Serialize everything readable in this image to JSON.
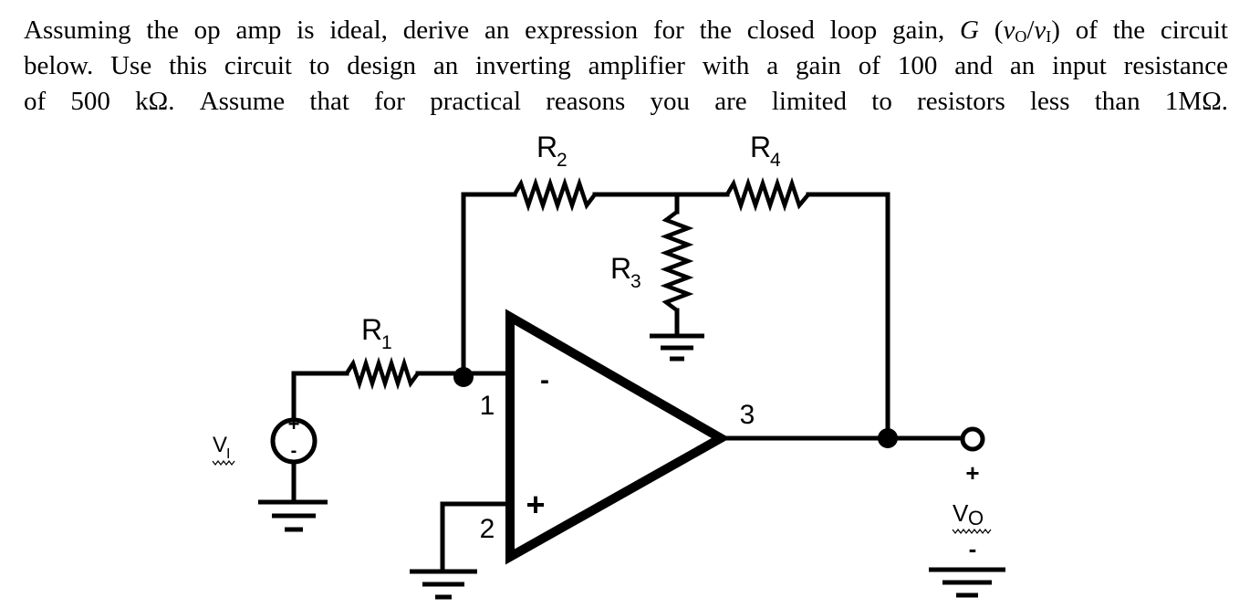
{
  "problem": {
    "line1_pre": "Assuming the op amp is ideal, derive an expression for the closed loop gain, ",
    "gain_symbol": "G",
    "gain_open": " (",
    "v": "v",
    "sub_o": "O",
    "slash": "/",
    "sub_i": "I",
    "gain_close": ")",
    "line1_post": " of the circuit",
    "line2": "below.  Use this circuit to design an inverting amplifier with a gain of 100 and an input resistance",
    "line3": "of 500 kΩ.  Assume that for practical reasons you are limited to resistors less than 1MΩ."
  },
  "circuit": {
    "r1_label": "R",
    "r1_sub": "1",
    "r2_label": "R",
    "r2_sub": "2",
    "r3_label": "R",
    "r3_sub": "3",
    "r4_label": "R",
    "r4_sub": "4",
    "node1": "1",
    "node2": "2",
    "node3": "3",
    "opamp_minus": "-",
    "opamp_plus": "+",
    "source_plus": "+",
    "source_minus": "-",
    "vi_label": "V",
    "vi_sub": "I",
    "vo_plus": "+",
    "vo_label": "V",
    "vo_sub": "O",
    "vo_minus": "-"
  }
}
